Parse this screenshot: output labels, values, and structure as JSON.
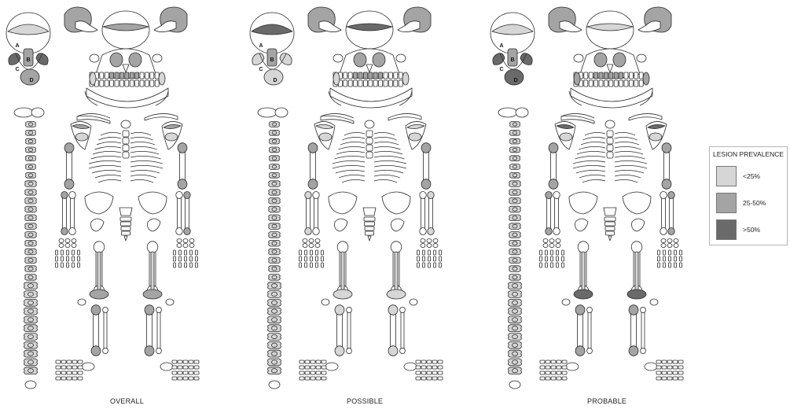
{
  "panels": [
    {
      "label": "OVERALL",
      "skull_letters": [
        "A",
        "B",
        "C",
        "D"
      ],
      "lesion_levels": {
        "skull_vault": "lt25",
        "frontal_band": "p25_50",
        "side_views": "p25_50",
        "orbits": "p25_50",
        "maxilla": "p25_50",
        "mandible_side": "lt25",
        "scapulae_upper": "p25_50",
        "scapulae_lower": "lt25",
        "humerus_head": "p25_50",
        "radius_ends": "p25_50",
        "vertebrae": "lt25",
        "femur_distal": "p25_50",
        "femur_shaft": "lt25",
        "tibia_proximal": "p25_50",
        "small_base_A": "lt25",
        "small_base_B": "p25_50",
        "small_base_C": "gt50",
        "small_base_D": "p25_50"
      }
    },
    {
      "label": "POSSIBLE",
      "skull_letters": [
        "A",
        "B",
        "C",
        "D"
      ],
      "lesion_levels": {
        "skull_vault": "gt50",
        "frontal_band": "gt50",
        "side_views": "p25_50",
        "orbits": "p25_50",
        "maxilla": "p25_50",
        "mandible_side": "lt25",
        "scapulae_upper": "lt25",
        "scapulae_lower": "lt25",
        "humerus_head": "p25_50",
        "radius_ends": "lt25",
        "vertebrae": "lt25",
        "femur_distal": "lt25",
        "femur_shaft": "lt25",
        "tibia_proximal": "lt25",
        "small_base_A": "gt50",
        "small_base_B": "p25_50",
        "small_base_C": "lt25",
        "small_base_D": "lt25"
      }
    },
    {
      "label": "PROBABLE",
      "skull_letters": [
        "A",
        "B",
        "C",
        "D"
      ],
      "lesion_levels": {
        "skull_vault": "lt25",
        "frontal_band": "lt25",
        "side_views": "p25_50",
        "orbits": "p25_50",
        "maxilla": "p25_50",
        "mandible_side": "p25_50",
        "scapulae_upper": "gt50",
        "scapulae_lower": "lt25",
        "humerus_head": "p25_50",
        "radius_ends": "p25_50",
        "vertebrae": "lt25",
        "femur_distal": "gt50",
        "femur_shaft": "lt25",
        "tibia_proximal": "p25_50",
        "small_base_A": "lt25",
        "small_base_B": "p25_50",
        "small_base_C": "gt50",
        "small_base_D": "gt50"
      }
    }
  ],
  "legend": {
    "title": "LESION PREVALENCE",
    "items": [
      {
        "label": "<25%",
        "level": "lt25",
        "color": "#d6d6d6"
      },
      {
        "label": "25-50%",
        "level": "p25_50",
        "color": "#a4a4a4"
      },
      {
        "label": ">50%",
        "level": "gt50",
        "color": "#6a6a6a"
      }
    ]
  },
  "colors": {
    "outline": "#2b2b2b",
    "bone_fill": "#ffffff",
    "lt25": "#d6d6d6",
    "p25_50": "#a4a4a4",
    "gt50": "#6a6a6a"
  }
}
